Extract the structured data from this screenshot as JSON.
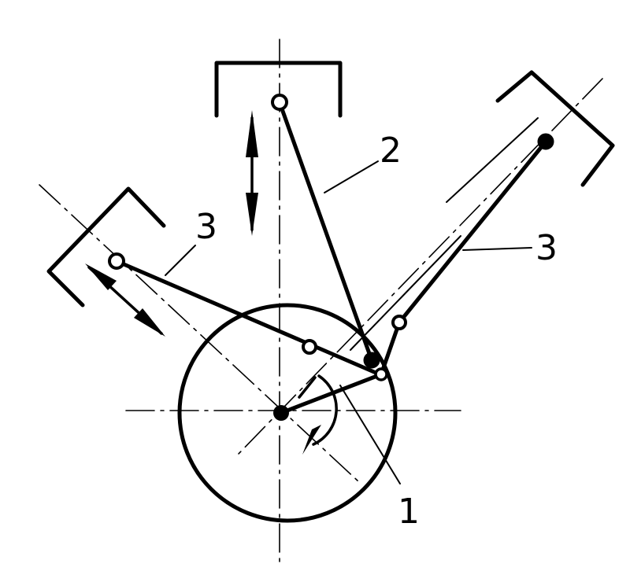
{
  "labels": {
    "crank": "1",
    "master_rod": "2",
    "slave_rod_left": "3",
    "slave_rod_right": "3"
  }
}
